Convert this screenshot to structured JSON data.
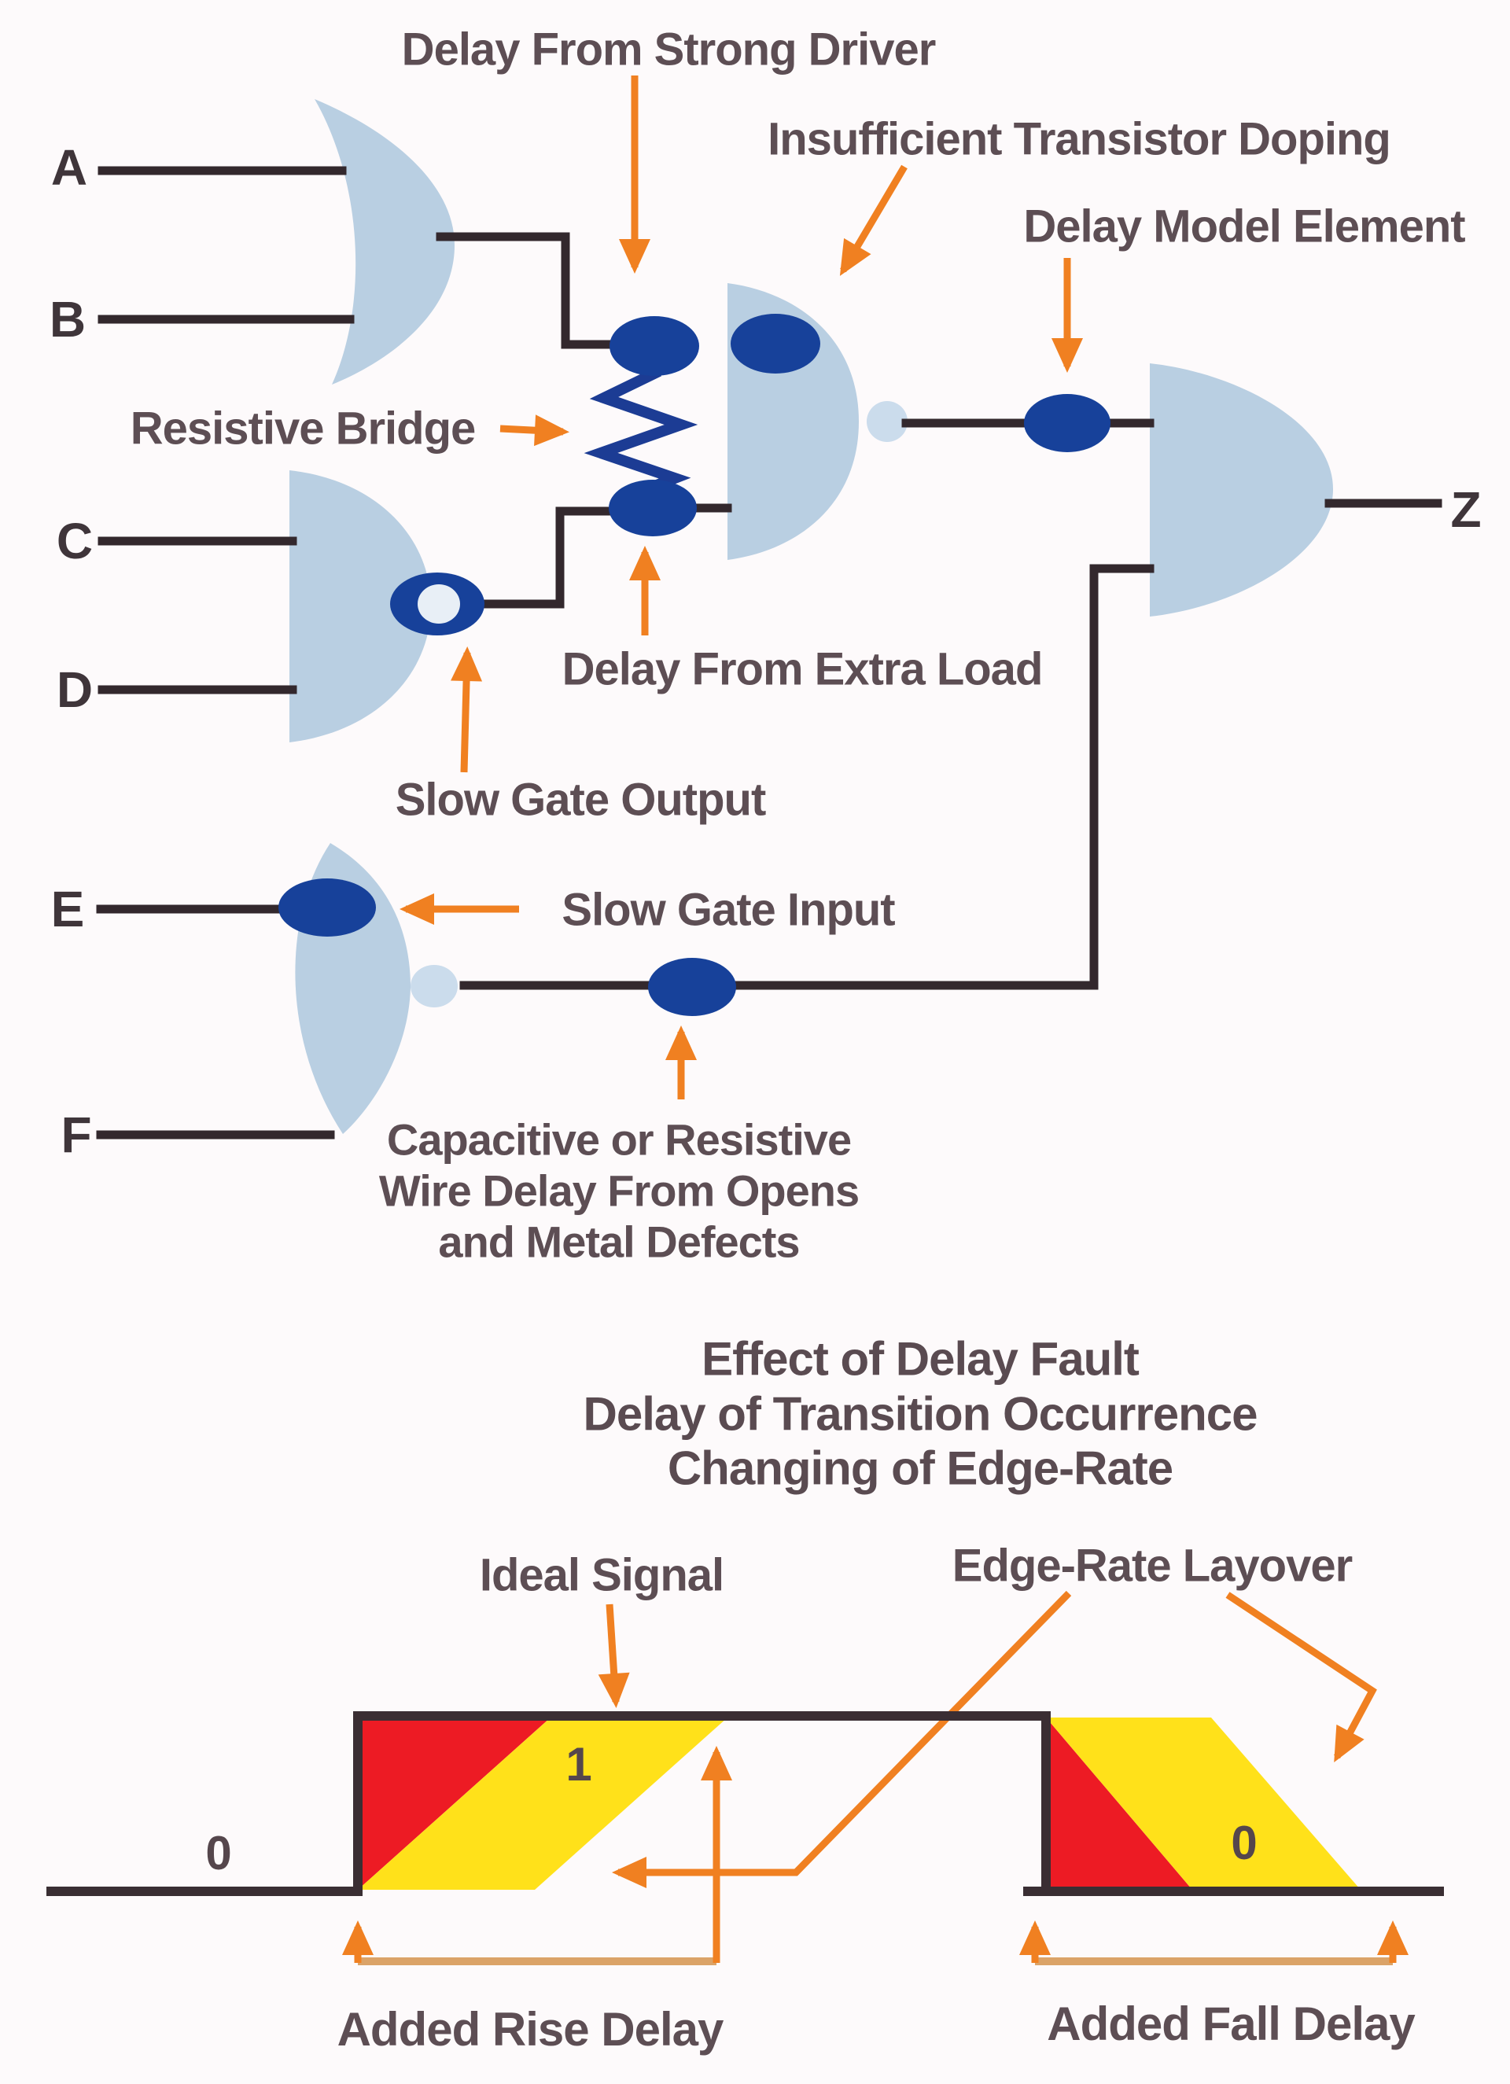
{
  "figure": {
    "inputs": {
      "a": "A",
      "b": "B",
      "c": "C",
      "d": "D",
      "e": "E",
      "f": "F"
    },
    "output_label": "Z",
    "annotations": {
      "strong_driver": "Delay From Strong Driver",
      "insufficient_doping": "Insufficient Transistor Doping",
      "delay_model": "Delay Model Element",
      "resistive_bridge": "Resistive Bridge",
      "slow_gate_output": "Slow Gate Output",
      "delay_extra_load": "Delay From Extra Load",
      "slow_gate_input": "Slow Gate Input",
      "wire_delay_line1": "Capacitive or Resistive",
      "wire_delay_line2": "Wire Delay From Opens",
      "wire_delay_line3": "and Metal Defects"
    },
    "waveform": {
      "title_line1": "Effect of Delay Fault",
      "title_line2": "Delay of Transition Occurrence",
      "title_line3": "Changing of Edge-Rate",
      "ideal_signal": "Ideal Signal",
      "edge_rate_layover": "Edge-Rate Layover",
      "level_zero_left": "0",
      "level_one": "1",
      "level_zero_right": "0",
      "added_rise_delay": "Added Rise Delay",
      "added_fall_delay": "Added Fall Delay"
    },
    "colors": {
      "gate_fill": "#b9cfe2",
      "gate_bubble": "#cbdcec",
      "fault_dot_blue": "#17419a",
      "wire_dark": "#33282d",
      "arrow_orange": "#f08021",
      "bracket_tan": "#dba368",
      "ideal_edge_red": "#ed1b24",
      "layover_yellow": "#ffe11a",
      "label_gray": "#5d4e54"
    }
  }
}
